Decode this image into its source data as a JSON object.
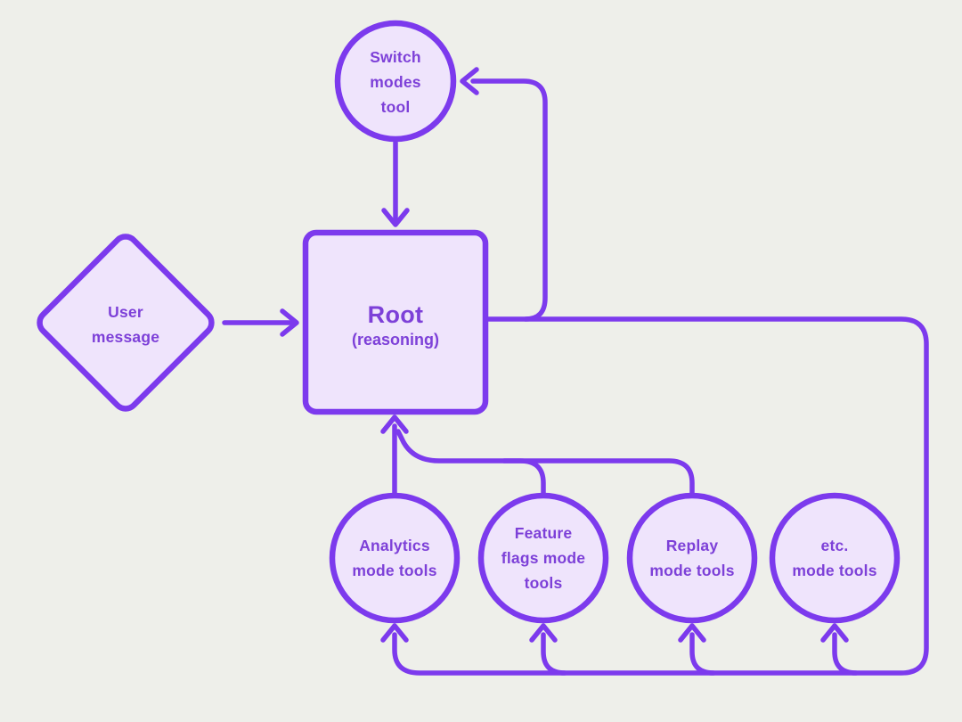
{
  "canvas": {
    "background": "#eeefea",
    "stroke_color": "#7c3aed",
    "node_fill": "#efe4fc",
    "text_color": "#7d40d8"
  },
  "nodes": {
    "switch_tool": {
      "shape": "circle",
      "label_lines": [
        "Switch",
        "modes",
        "tool"
      ]
    },
    "user_message": {
      "shape": "diamond",
      "label_lines": [
        "User",
        "message"
      ]
    },
    "root": {
      "shape": "rounded-square",
      "title": "Root",
      "subtitle": "(reasoning)"
    },
    "analytics": {
      "shape": "circle",
      "label_lines": [
        "Analytics",
        "mode tools"
      ]
    },
    "feature_flags": {
      "shape": "circle",
      "label_lines": [
        "Feature",
        "flags mode",
        "tools"
      ]
    },
    "replay": {
      "shape": "circle",
      "label_lines": [
        "Replay",
        "mode tools"
      ]
    },
    "etc": {
      "shape": "circle",
      "label_lines": [
        "etc.",
        "mode tools"
      ]
    }
  },
  "edges": [
    {
      "from": "user-message",
      "to": "root"
    },
    {
      "from": "switch-modes-tool",
      "to": "root"
    },
    {
      "from": "root",
      "to": "switch-modes-tool"
    },
    {
      "from": "root",
      "to": "analytics-mode-tools"
    },
    {
      "from": "root",
      "to": "feature-flags-mode-tools"
    },
    {
      "from": "root",
      "to": "replay-mode-tools"
    },
    {
      "from": "root",
      "to": "etc-mode-tools"
    },
    {
      "from": "analytics-mode-tools",
      "to": "root"
    },
    {
      "from": "feature-flags-mode-tools",
      "to": "root"
    },
    {
      "from": "replay-mode-tools",
      "to": "root"
    }
  ]
}
